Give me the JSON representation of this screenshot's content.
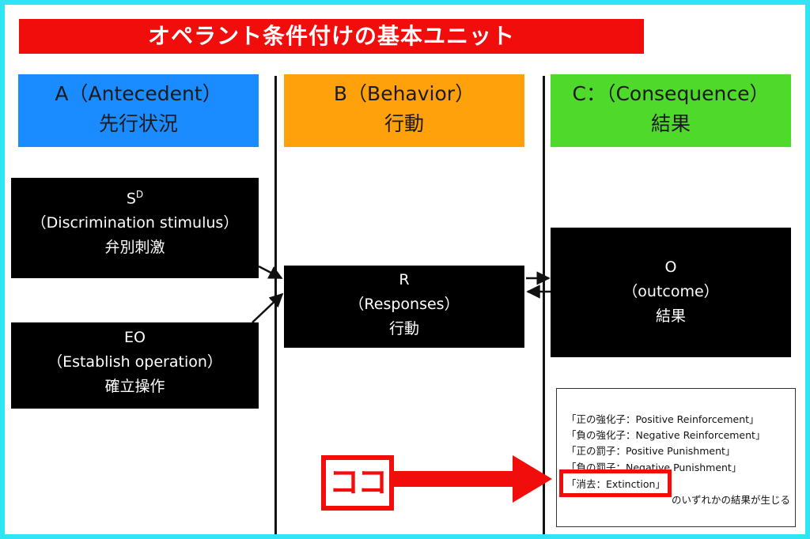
{
  "title": "オペラント条件付けの基本ユニット",
  "columns": [
    {
      "line1": "A（Antecedent）",
      "line2": "先行状況",
      "color": "#1a8cff"
    },
    {
      "line1": "B（Behavior）",
      "line2": "行動",
      "color": "#ffa10a"
    },
    {
      "line1": "C：（Consequence）",
      "line2": "結果",
      "color": "#4fd92b"
    }
  ],
  "boxes": {
    "sd": {
      "symbol": "S",
      "superscript": "D",
      "en": "（Discrimination stimulus）",
      "ja": "弁別刺激"
    },
    "eo": {
      "symbol": "EO",
      "en": "（Establish operation）",
      "ja": "確立操作"
    },
    "r": {
      "symbol": "R",
      "en": "（Responses）",
      "ja": "行動"
    },
    "o": {
      "symbol": "O",
      "en": "（outcome）",
      "ja": "結果"
    }
  },
  "consequences": {
    "items": [
      "「正の強化子：Positive Reinforcement」",
      "「負の強化子：Negative Reinforcement」",
      "「正の罰子：Positive Punishment」",
      "「負の罰子：Negative Punishment」",
      "「消去：Extinction」"
    ],
    "footer": "のいずれかの結果が生じる"
  },
  "callout": {
    "label": "ココ",
    "color": "#f20d0d"
  },
  "colors": {
    "border": "#2ee6f2",
    "banner": "#f20d0d",
    "box": "#000000"
  }
}
